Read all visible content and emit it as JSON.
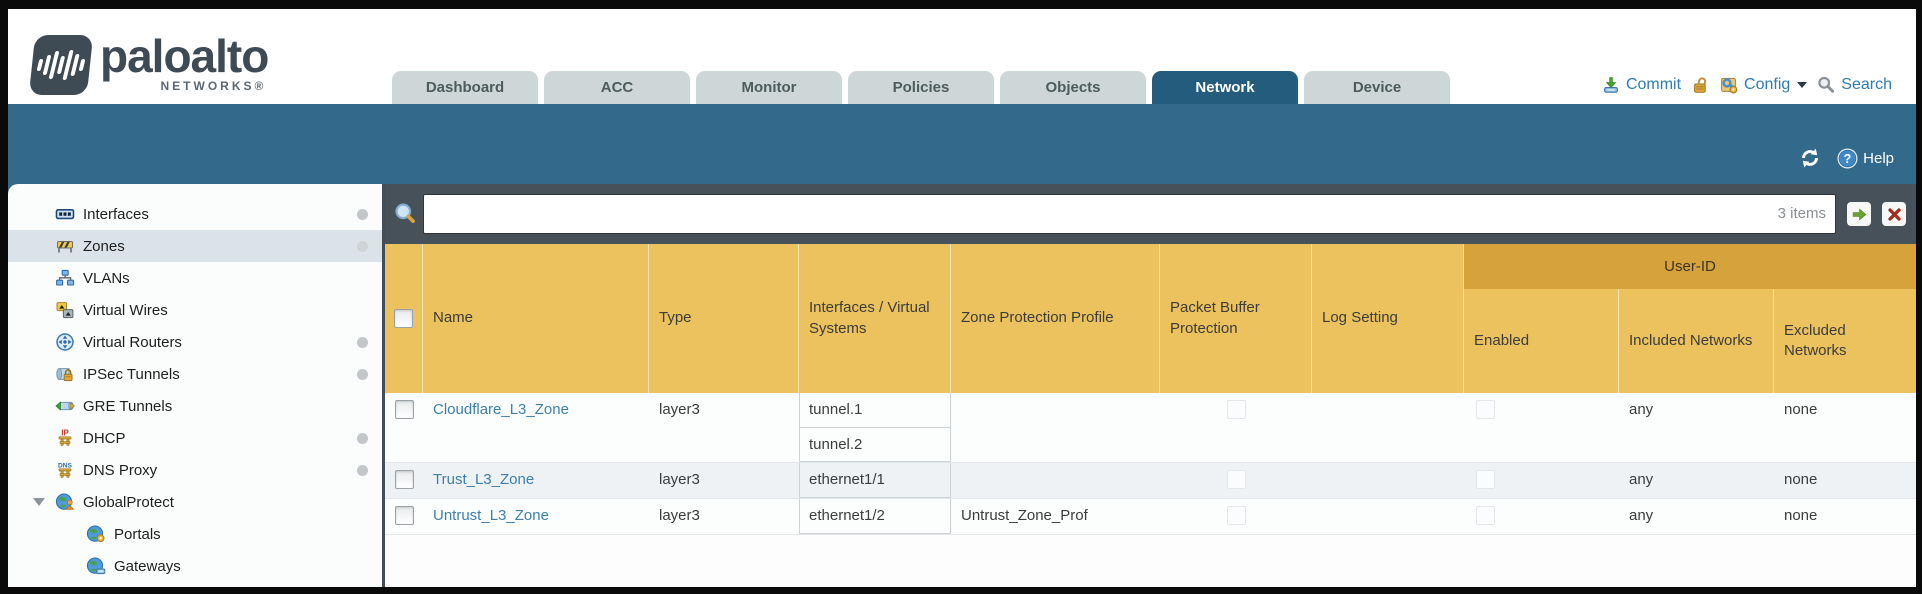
{
  "header": {
    "brand": {
      "name": "paloalto",
      "sub": "NETWORKS®"
    },
    "tabs": [
      {
        "label": "Dashboard",
        "active": false
      },
      {
        "label": "ACC",
        "active": false
      },
      {
        "label": "Monitor",
        "active": false
      },
      {
        "label": "Policies",
        "active": false
      },
      {
        "label": "Objects",
        "active": false
      },
      {
        "label": "Network",
        "active": true
      },
      {
        "label": "Device",
        "active": false
      }
    ],
    "actions": {
      "commit": "Commit",
      "config": "Config",
      "search": "Search"
    }
  },
  "band": {
    "help": "Help"
  },
  "sidebar": {
    "items": [
      {
        "label": "Interfaces",
        "icon": "interfaces-icon",
        "dot": true
      },
      {
        "label": "Zones",
        "icon": "zones-icon",
        "dot": true,
        "selected": true
      },
      {
        "label": "VLANs",
        "icon": "vlans-icon",
        "dot": false
      },
      {
        "label": "Virtual Wires",
        "icon": "virtual-wires-icon",
        "dot": false
      },
      {
        "label": "Virtual Routers",
        "icon": "virtual-routers-icon",
        "dot": true
      },
      {
        "label": "IPSec Tunnels",
        "icon": "ipsec-tunnels-icon",
        "dot": true
      },
      {
        "label": "GRE Tunnels",
        "icon": "gre-tunnels-icon",
        "dot": false
      },
      {
        "label": "DHCP",
        "icon": "dhcp-icon",
        "dot": true
      },
      {
        "label": "DNS Proxy",
        "icon": "dns-proxy-icon",
        "dot": true
      },
      {
        "label": "GlobalProtect",
        "icon": "globalprotect-icon",
        "dot": false,
        "expandable": true
      },
      {
        "label": "Portals",
        "icon": "portals-icon",
        "dot": false,
        "indent": true
      },
      {
        "label": "Gateways",
        "icon": "gateways-icon",
        "dot": false,
        "indent": true
      }
    ]
  },
  "filterbar": {
    "value": "",
    "count": "3 items"
  },
  "table": {
    "group_header": "User-ID",
    "columns": [
      "Name",
      "Type",
      "Interfaces / Virtual Systems",
      "Zone Protection Profile",
      "Packet Buffer Protection",
      "Log Setting",
      "Enabled",
      "Included Networks",
      "Excluded Networks"
    ],
    "rows": [
      {
        "name": "Cloudflare_L3_Zone",
        "type": "layer3",
        "interfaces": [
          "tunnel.1",
          "tunnel.2"
        ],
        "zone_protection_profile": "",
        "log_setting": "",
        "included_networks": "any",
        "excluded_networks": "none"
      },
      {
        "name": "Trust_L3_Zone",
        "type": "layer3",
        "interfaces": [
          "ethernet1/1"
        ],
        "zone_protection_profile": "",
        "log_setting": "",
        "included_networks": "any",
        "excluded_networks": "none"
      },
      {
        "name": "Untrust_L3_Zone",
        "type": "layer3",
        "interfaces": [
          "ethernet1/2"
        ],
        "zone_protection_profile": "Untrust_Zone_Prof",
        "log_setting": "",
        "included_networks": "any",
        "excluded_networks": "none"
      }
    ]
  },
  "colors": {
    "teal_band": "#336a8c",
    "tab_active": "#235c7d",
    "header_gold": "#ebc25d",
    "user_id_gold": "#d6a23c",
    "link_blue": "#3e80ab",
    "strip_dark": "#47515a"
  }
}
